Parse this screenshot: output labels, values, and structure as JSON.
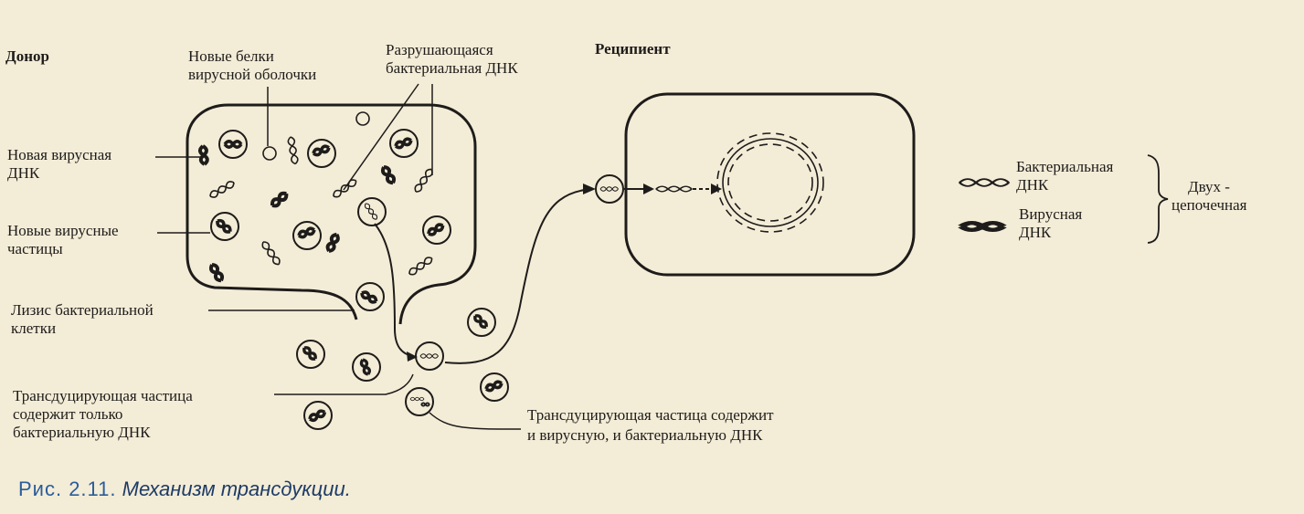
{
  "diagram": {
    "donor_label": "Донор",
    "recipient_label": "Реципиент",
    "labels": {
      "new_proteins": [
        "Новые белки",
        "вирусной оболочки"
      ],
      "degrading_dna": [
        "Разрушающаяся",
        "бактериальная ДНК"
      ],
      "new_viral_dna": [
        "Новая вирусная",
        "ДНК"
      ],
      "new_viral_particles": [
        "Новые вирусные",
        "частицы"
      ],
      "lysis": [
        "Лизис  бактериальной",
        "клетки"
      ],
      "transducing_bacterial_only": [
        "Трансдуцирующая частица",
        "содержит только",
        "бактериальную ДНК"
      ],
      "transducing_both": [
        "Трансдуцирующая частица  содержит",
        "и  вирусную, и  бактериальную ДНК"
      ]
    },
    "legend": {
      "bacterial": [
        "Бактериальная",
        "ДНК"
      ],
      "viral": [
        "Вирусная",
        "ДНК"
      ],
      "double_stranded": [
        "Двух -",
        "цепочечная"
      ]
    }
  },
  "caption": {
    "figure": "Рис. 2.11.",
    "text": "Механизм трансдукции."
  },
  "colors": {
    "background": "#f3ecd7",
    "ink": "#1e1c1a",
    "caption": "#2a5d9a"
  }
}
